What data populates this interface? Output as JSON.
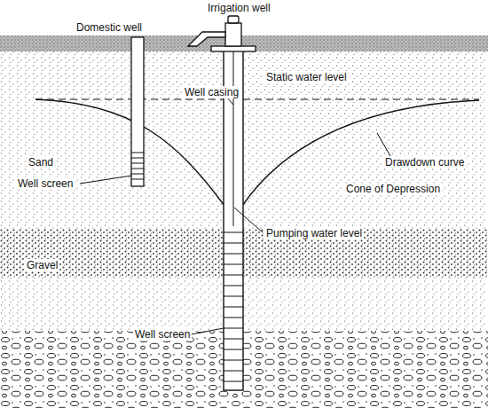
{
  "diagram": {
    "labels": [
      "Irrigation well",
      "Domestic well",
      "Static water level",
      "Well casing",
      "Sand",
      "Drawdown curve",
      "Cone of Depression",
      "Well screen",
      "Pumping water level",
      "Gravel",
      "Well screen"
    ]
  }
}
